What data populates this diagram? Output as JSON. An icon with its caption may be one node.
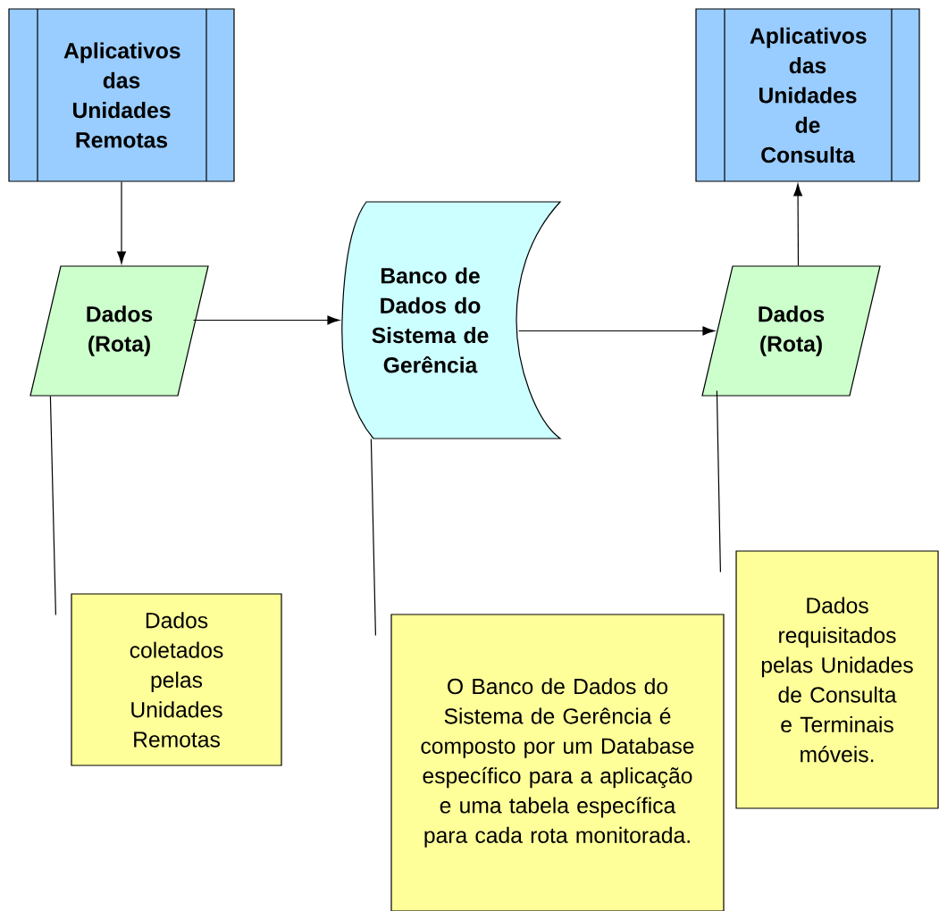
{
  "diagram": {
    "nodes": [
      {
        "text": [
          "Aplicativos das Unidades Remotas"
        ]
      },
      {
        "text": [
          "Aplicativos das Unidades de Consulta"
        ]
      },
      {
        "text": [
          "Dados (Rota)"
        ]
      },
      {
        "text": [
          "Banco de Dados do Sistema de Gerência"
        ]
      },
      {
        "text": [
          "Dados (Rota)"
        ]
      },
      {
        "text": [
          "Dados coletados pelas Unidades Remotas"
        ]
      },
      {
        "text": [
          "O Banco de Dados do Sistema de Gerência é composto por um Database específico para a aplicação e uma tabela específica para cada rota monitorada."
        ]
      },
      {
        "text": [
          "Dados requisitados pelas Unidades de Consulta e Terminais móveis."
        ]
      }
    ],
    "edges": [
      {
        "from": 0,
        "to": 2,
        "arrow": "to"
      },
      {
        "from": 2,
        "to": 3,
        "arrow": "to"
      },
      {
        "from": 3,
        "to": 4,
        "arrow": "to"
      },
      {
        "from": 4,
        "to": 1,
        "arrow": "to"
      },
      {
        "from": 5,
        "to": 2,
        "arrow": "none"
      },
      {
        "from": 6,
        "to": 3,
        "arrow": "none"
      },
      {
        "from": 7,
        "to": 4,
        "arrow": "none"
      }
    ]
  }
}
